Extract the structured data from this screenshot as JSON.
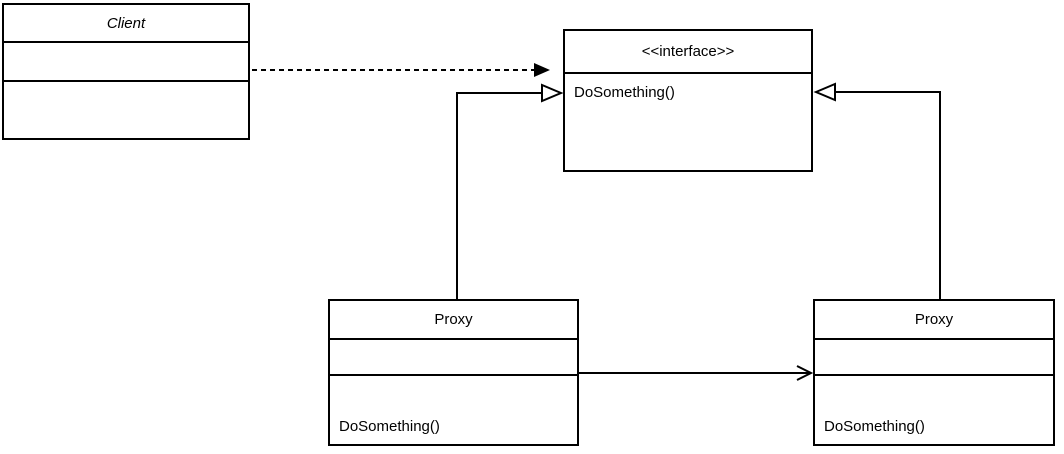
{
  "diagram_type": "uml-class-diagram",
  "classes": {
    "client": {
      "name": "Client"
    },
    "interface": {
      "stereotype": "<<interface>>",
      "method": "DoSomething()"
    },
    "proxy_left": {
      "name": "Proxy",
      "method": "DoSomething()"
    },
    "proxy_right": {
      "name": "Proxy",
      "method": "DoSomething()"
    }
  },
  "edges": [
    {
      "from": "client",
      "to": "interface",
      "type": "dependency",
      "style": "dashed",
      "arrowhead": "filled-arrow"
    },
    {
      "from": "proxy_left",
      "to": "interface",
      "type": "realization",
      "style": "solid",
      "arrowhead": "hollow-triangle"
    },
    {
      "from": "proxy_right",
      "to": "interface",
      "type": "realization",
      "style": "solid",
      "arrowhead": "hollow-triangle"
    },
    {
      "from": "proxy_left",
      "to": "proxy_right",
      "type": "association",
      "style": "solid",
      "arrowhead": "open-arrow"
    }
  ],
  "colors": {
    "stroke": "#000000",
    "fill": "#ffffff",
    "background": "#ffffff"
  }
}
